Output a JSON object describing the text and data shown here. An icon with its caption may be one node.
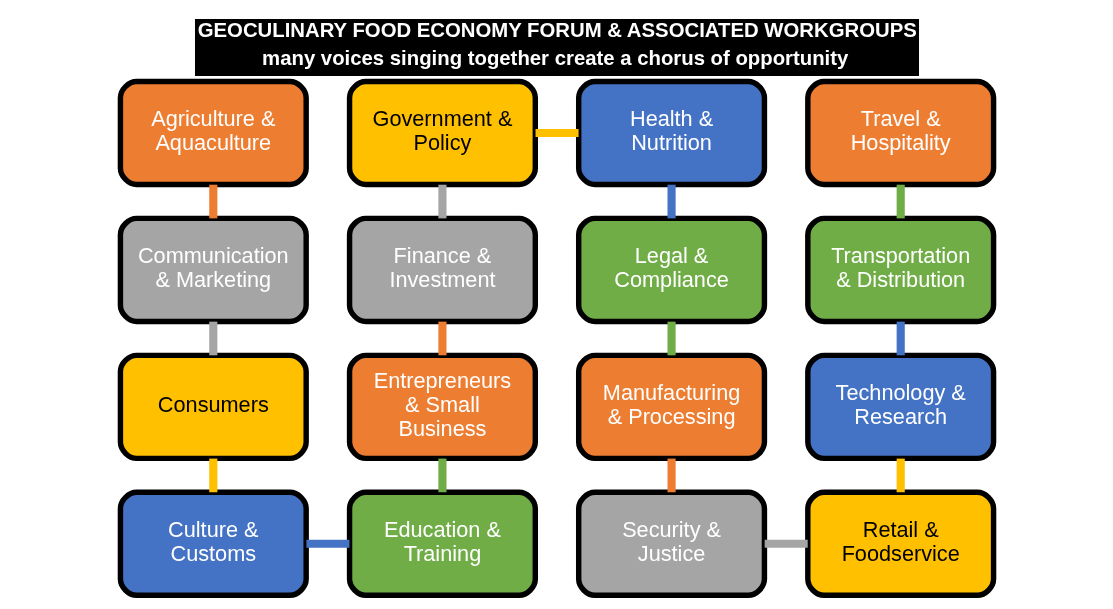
{
  "diagram": {
    "title": "GEOCULINARY FOOD ECONOMY FORUM & ASSOCIATED WORKGROUPS",
    "caption": "many voices singing together create a chorus of opportunity",
    "nodes": [
      {
        "text": [
          "Agriculture & Aquaculture"
        ]
      },
      {
        "text": [
          "Government & Policy"
        ]
      },
      {
        "text": [
          "Health & Nutrition"
        ]
      },
      {
        "text": [
          "Travel & Hospitality"
        ]
      },
      {
        "text": [
          "Communication & Marketing"
        ]
      },
      {
        "text": [
          "Finance & Investment"
        ]
      },
      {
        "text": [
          "Legal & Compliance"
        ]
      },
      {
        "text": [
          "Transportation & Distribution"
        ]
      },
      {
        "text": [
          "Consumers"
        ]
      },
      {
        "text": [
          "Entrepreneurs & Small Business"
        ]
      },
      {
        "text": [
          "Manufacturing & Processing"
        ]
      },
      {
        "text": [
          "Technology & Research"
        ]
      },
      {
        "text": [
          "Culture & Customs"
        ]
      },
      {
        "text": [
          "Education & Training"
        ]
      },
      {
        "text": [
          "Security & Justice"
        ]
      },
      {
        "text": [
          "Retail & Foodservice"
        ]
      }
    ],
    "edges": [
      {
        "from": 0,
        "to": 4,
        "arrow": "none",
        "color": "#ed7d31"
      },
      {
        "from": 4,
        "to": 8,
        "arrow": "none",
        "color": "#a5a5a5"
      },
      {
        "from": 8,
        "to": 12,
        "arrow": "none",
        "color": "#ffc000"
      },
      {
        "from": 12,
        "to": 13,
        "arrow": "none",
        "color": "#4472c4"
      },
      {
        "from": 13,
        "to": 9,
        "arrow": "none",
        "color": "#70ad47"
      },
      {
        "from": 9,
        "to": 5,
        "arrow": "none",
        "color": "#ed7d31"
      },
      {
        "from": 5,
        "to": 1,
        "arrow": "none",
        "color": "#a5a5a5"
      },
      {
        "from": 1,
        "to": 2,
        "arrow": "none",
        "color": "#ffc000"
      },
      {
        "from": 2,
        "to": 6,
        "arrow": "none",
        "color": "#4472c4"
      },
      {
        "from": 6,
        "to": 10,
        "arrow": "none",
        "color": "#70ad47"
      },
      {
        "from": 10,
        "to": 14,
        "arrow": "none",
        "color": "#ed7d31"
      },
      {
        "from": 14,
        "to": 15,
        "arrow": "none",
        "color": "#a5a5a5"
      },
      {
        "from": 15,
        "to": 11,
        "arrow": "none",
        "color": "#ffc000"
      },
      {
        "from": 11,
        "to": 7,
        "arrow": "none",
        "color": "#4472c4"
      },
      {
        "from": 7,
        "to": 3,
        "arrow": "none",
        "color": "#70ad47"
      }
    ]
  }
}
